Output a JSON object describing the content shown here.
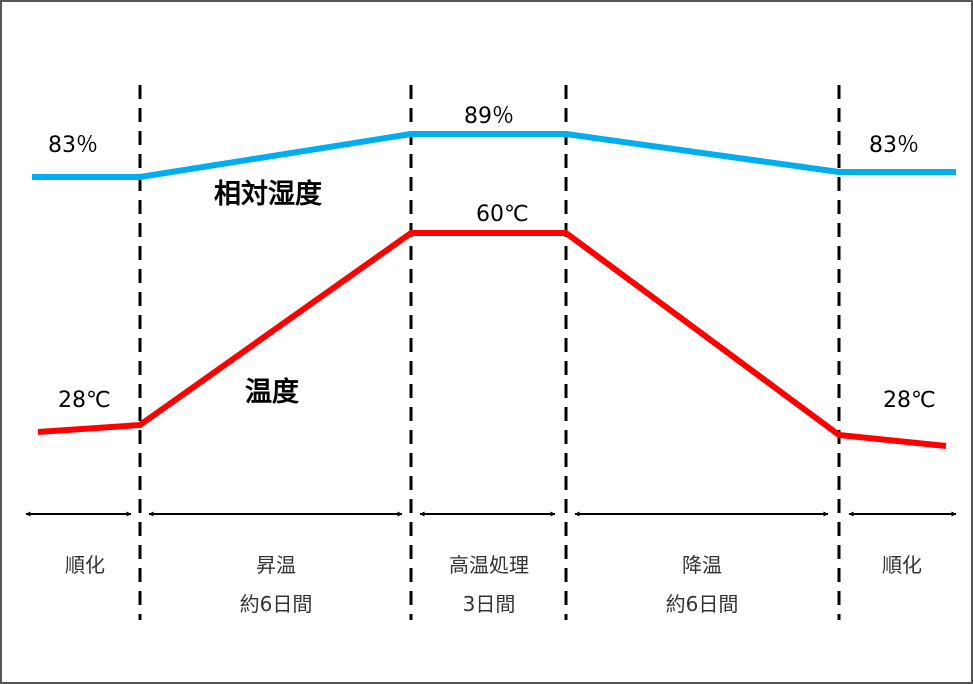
{
  "humidity": {
    "title": "相対湿度",
    "start_label": "83％",
    "peak_label": "89％",
    "end_label": "83％",
    "color": "#00AEEF"
  },
  "temperature": {
    "title": "温度",
    "start_label": "28℃",
    "peak_label": "60℃",
    "end_label": "28℃",
    "color": "#FF0000"
  },
  "phases": [
    {
      "name": "順化",
      "duration": ""
    },
    {
      "name": "昇温",
      "duration": "約6日間"
    },
    {
      "name": "高温処理",
      "duration": "3日間"
    },
    {
      "name": "降温",
      "duration": "約6日間"
    },
    {
      "name": "順化",
      "duration": ""
    }
  ]
}
